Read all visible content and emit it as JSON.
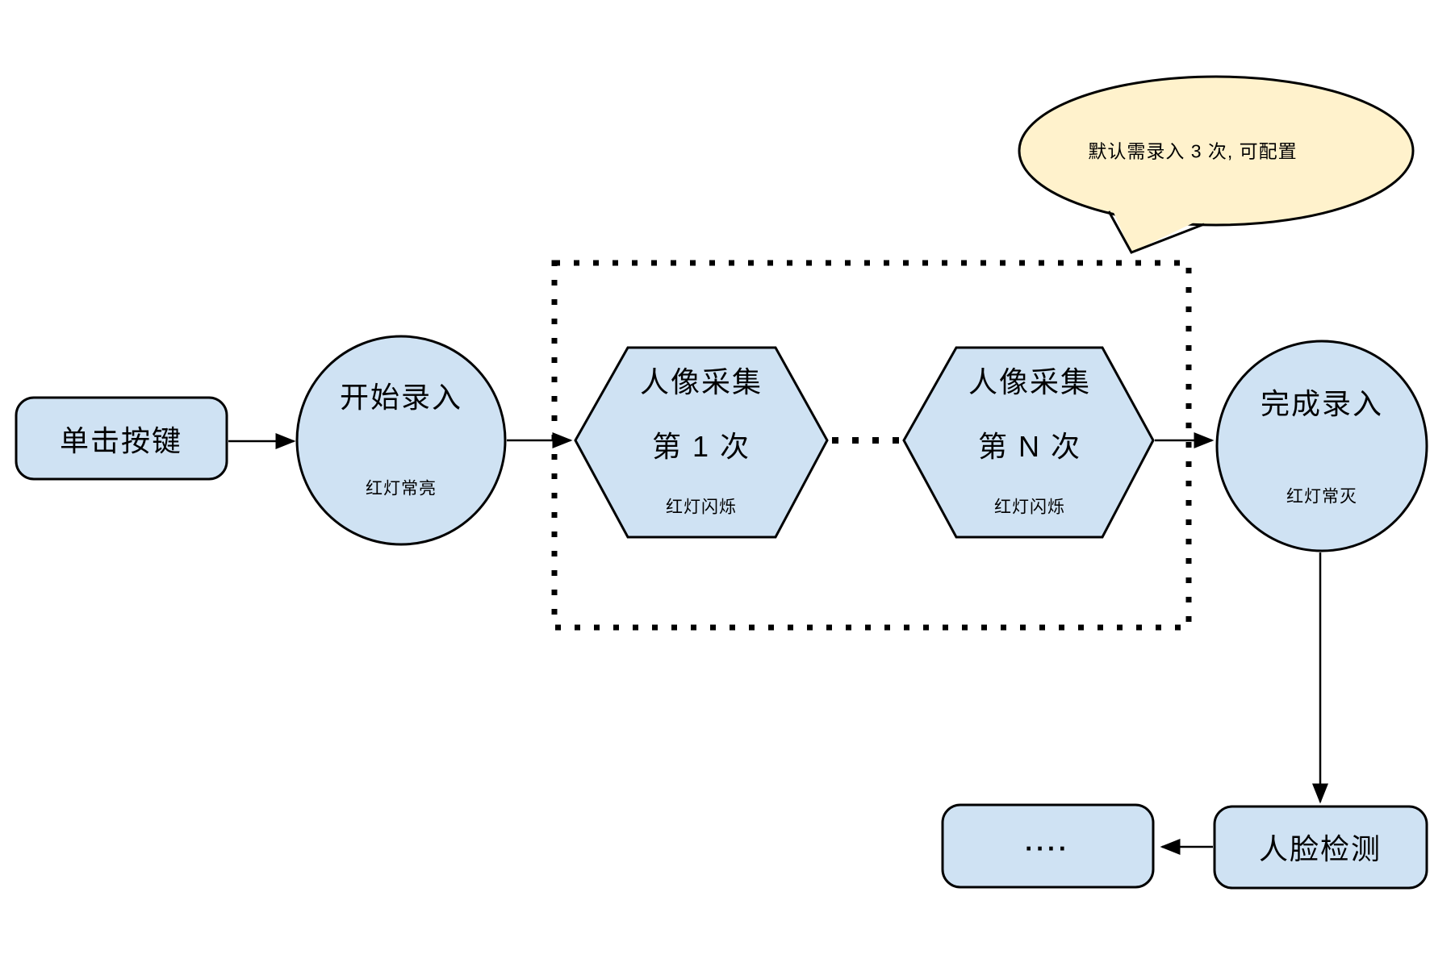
{
  "colors": {
    "shape_fill": "#cfe2f3",
    "shape_stroke": "#000000",
    "bubble_fill": "#fff2cc",
    "line_color": "#000000"
  },
  "callout": {
    "text": "默认需录入 3 次, 可配置"
  },
  "nodes": {
    "start_button": {
      "label": "单击按键"
    },
    "start_entry": {
      "label": "开始录入",
      "sublabel": "红灯常亮"
    },
    "capture_first": {
      "line1": "人像采集",
      "line2": "第 1 次",
      "sublabel": "红灯闪烁"
    },
    "capture_nth": {
      "line1": "人像采集",
      "line2": "第 N 次",
      "sublabel": "红灯闪烁"
    },
    "finish_entry": {
      "label": "完成录入",
      "sublabel": "红灯常灭"
    },
    "ellipsis_box": {
      "label": "...."
    },
    "face_detect": {
      "label": "人脸检测"
    }
  }
}
